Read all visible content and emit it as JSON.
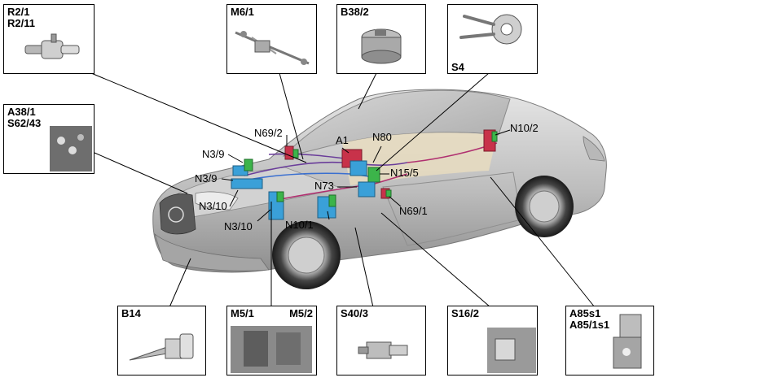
{
  "boxes": {
    "r2": "R2/1\nR2/11",
    "m6": "M6/1",
    "b38": "B38/2",
    "s4": "S4",
    "a38": "A38/1\nS62/43",
    "b14": "B14",
    "m5_1": "M5/1",
    "m5_2": "M5/2",
    "s40": "S40/3",
    "s16": "S16/2",
    "a85": "A85s1\nA85/1s1"
  },
  "callouts": {
    "n69_2": "N69/2",
    "a1": "A1",
    "n80": "N80",
    "n10_2": "N10/2",
    "n3_9a": "N3/9",
    "n3_9b": "N3/9",
    "n15_5": "N15/5",
    "n73": "N73",
    "n3_10a": "N3/10",
    "n69_1": "N69/1",
    "n10_1": "N10/1",
    "n3_10b": "N3/10"
  },
  "colors": {
    "module_blue": "#3aa0d8",
    "module_green": "#3cb44a",
    "module_red": "#c8324a",
    "car_body": "#c9c9c9",
    "wire_purple": "#6a3d9a"
  }
}
